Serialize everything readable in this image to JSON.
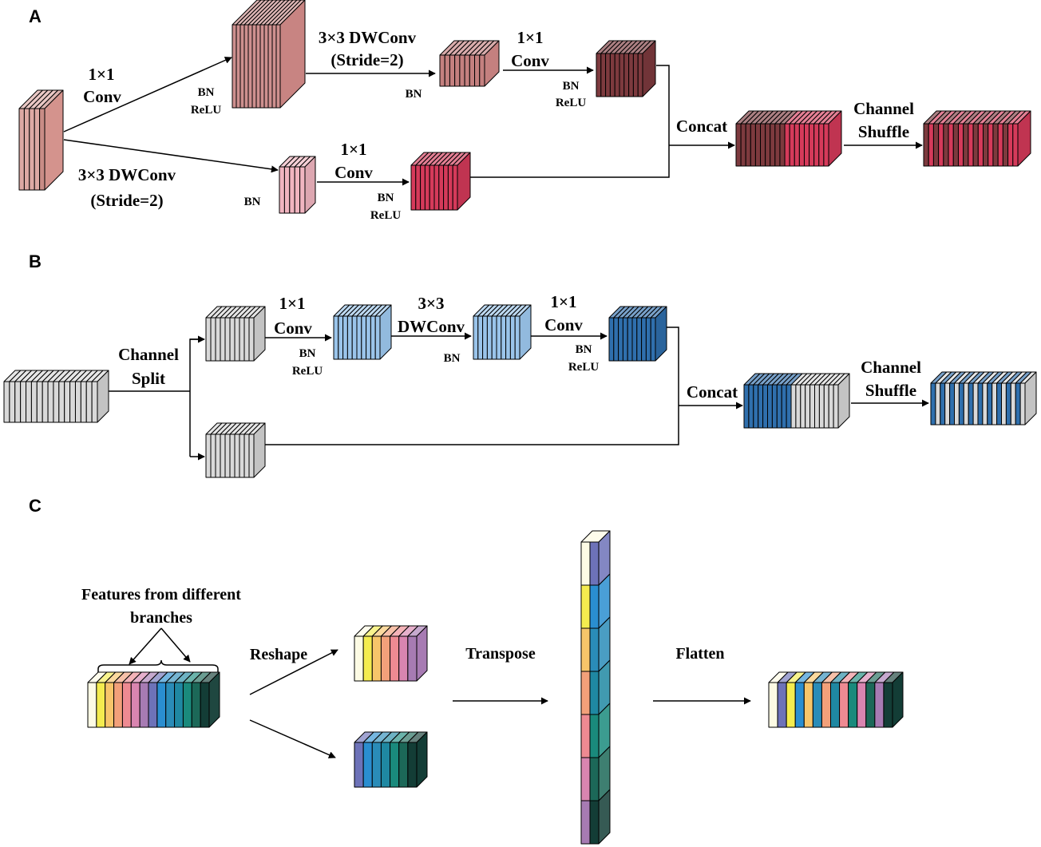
{
  "panels": {
    "a": {
      "letter": "A",
      "labels": {
        "conv1_a": "1×1",
        "conv1_b": "Conv",
        "bn_relu1_a": "BN",
        "bn_relu1_b": "ReLU",
        "dw_a": "3×3 DWConv",
        "dw_b": "(Stride=2)",
        "bn1": "BN",
        "conv2_a": "1×1",
        "conv2_b": "Conv",
        "bn_relu2_a": "BN",
        "bn_relu2_b": "ReLU",
        "dw2_a": "3×3 DWConv",
        "dw2_b": "(Stride=2)",
        "bn2": "BN",
        "conv3_a": "1×1",
        "conv3_b": "Conv",
        "bn_relu3_a": "BN",
        "bn_relu3_b": "ReLU",
        "concat": "Concat",
        "shuffle_a": "Channel",
        "shuffle_b": "Shuffle"
      }
    },
    "b": {
      "letter": "B",
      "labels": {
        "split_a": "Channel",
        "split_b": "Split",
        "conv1_a": "1×1",
        "conv1_b": "Conv",
        "bn_relu1_a": "BN",
        "bn_relu1_b": "ReLU",
        "dw_a": "3×3",
        "dw_b": "DWConv",
        "bn": "BN",
        "conv2_a": "1×1",
        "conv2_b": "Conv",
        "bn_relu2_a": "BN",
        "bn_relu2_b": "ReLU",
        "concat": "Concat",
        "shuffle_a": "Channel",
        "shuffle_b": "Shuffle"
      }
    },
    "c": {
      "letter": "C",
      "labels": {
        "features_a": "Features from different",
        "features_b": "branches",
        "reshape": "Reshape",
        "transpose": "Transpose",
        "flatten": "Flatten"
      }
    }
  },
  "colors": {
    "input_a": "#d4938d",
    "big_a": "#c88482",
    "mid_a": "#c4807f",
    "dark_a": "#7d3a3e",
    "light_pink": "#f0b5c0",
    "crimson": "#d53a5a",
    "gray": "#d9d9d9",
    "light_blue": "#9ac4ea",
    "dark_blue": "#2f6fad",
    "spectrum": [
      "#fdfbe4",
      "#f4ec4f",
      "#f7c56a",
      "#f2a07a",
      "#ee8a92",
      "#d985b0",
      "#a77bb3",
      "#6d72b8",
      "#2a8ed0",
      "#2a8cb8",
      "#1f88a2",
      "#1a8a7c",
      "#1c6858",
      "#133d36"
    ]
  }
}
